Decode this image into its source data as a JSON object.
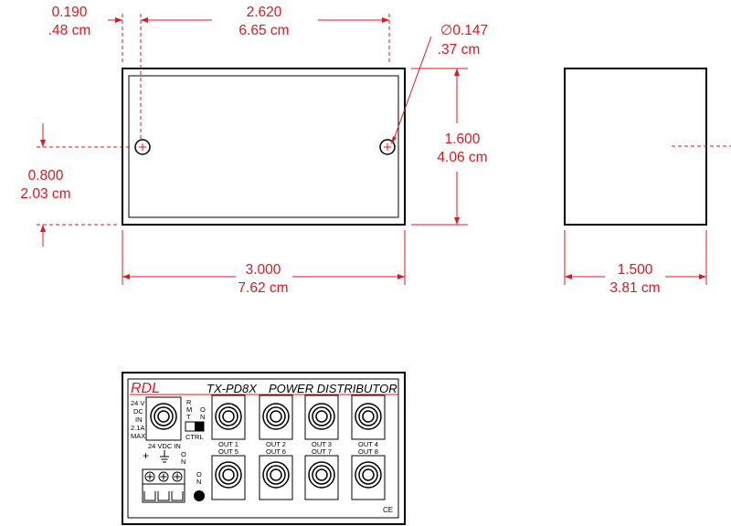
{
  "dimensions": {
    "hole_offset_in": "0.190",
    "hole_offset_cm": ".48 cm",
    "hole_spacing_in": "2.620",
    "hole_spacing_cm": "6.65 cm",
    "hole_diameter_in": "∅0.147",
    "hole_diameter_cm": ".37 cm",
    "height_in": "1.600",
    "height_cm": "4.06 cm",
    "hole_height_in": "0.800",
    "hole_height_cm": "2.03 cm",
    "width_in": "3.000",
    "width_cm": "7.62 cm",
    "depth_in": "1.500",
    "depth_cm": "3.81 cm"
  },
  "panel": {
    "brand": "RDL",
    "model": "TX-PD8X",
    "title": "POWER DISTRIBUTOR",
    "input_label": [
      "24 V",
      "DC",
      "IN",
      "2.1A",
      "MAX"
    ],
    "terminal_label": "24 VDC IN",
    "plus": "+",
    "rmt_label": [
      "R",
      "M",
      "T"
    ],
    "on_label": [
      "O",
      "N"
    ],
    "ctrl_label": "CTRL",
    "led_label": [
      "O",
      "N"
    ],
    "outputs_top": [
      "OUT 1",
      "OUT 2",
      "OUT 3",
      "OUT 4"
    ],
    "outputs_bottom": [
      "OUT 5",
      "OUT 6",
      "OUT 7",
      "OUT 8"
    ],
    "ce_mark": "CE"
  },
  "colors": {
    "dimension": "#e8141b",
    "outline": "#000000"
  }
}
